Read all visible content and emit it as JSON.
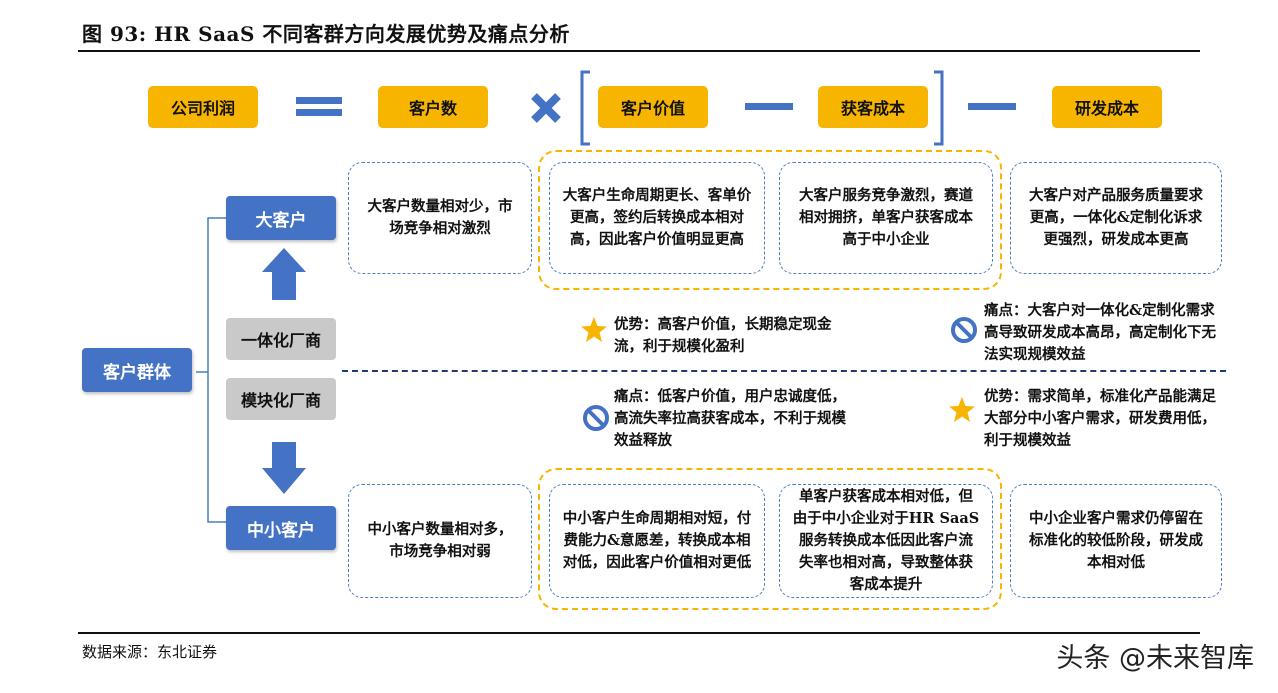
{
  "title": "图 93: HR SaaS 不同客群方向发展优势及痛点分析",
  "formula": {
    "profit": "公司利润",
    "customers": "客户数",
    "value": "客户价值",
    "acq_cost": "获客成本",
    "rd_cost": "研发成本"
  },
  "left": {
    "root": "客户群体",
    "large": "大客户",
    "small": "中小客户",
    "integrated_vendor": "一体化厂商",
    "modular_vendor": "模块化厂商"
  },
  "large_row": {
    "count": "大客户数量相对少，市场竞争相对激烈",
    "value": "大客户生命周期更长、客单价更高，签约后转换成本相对高，因此客户价值明显更高",
    "acq": "大客户服务竞争激烈，赛道相对拥挤，单客户获客成本高于中小企业",
    "rd": "大客户对产品服务质量要求更高，一体化&定制化诉求更强烈，研发成本更高"
  },
  "notes": {
    "integrated_adv": "优势：高客户价值，长期稳定现金流，利于规模化盈利",
    "integrated_pain": "痛点：大客户对一体化&定制化需求高导致研发成本高昂，高定制化下无法实现规模效益",
    "modular_pain": "痛点：低客户价值，用户忠诚度低，高流失率拉高获客成本，不利于规模效益释放",
    "modular_adv": "优势：需求简单，标准化产品能满足大部分中小客户需求，研发费用低，利于规模效益"
  },
  "small_row": {
    "count": "中小客户数量相对多，市场竞争相对弱",
    "value": "中小客户生命周期相对短，付费能力&意愿差，转换成本相对低，因此客户价值相对更低",
    "acq": "单客户获客成本相对低，但由于中小企业对于HR SaaS服务转换成本低因此客户流失率也相对高，导致整体获客成本提升",
    "rd": "中小企业客户需求仍停留在标准化的较低阶段，研发成本相对低"
  },
  "source": "数据来源：东北证券",
  "watermark": "头条 @未来智库",
  "colors": {
    "accent_yellow": "#f7b500",
    "accent_blue": "#4472c4",
    "dash_blue": "#4a7fc0",
    "gray": "#c9c9c9"
  },
  "icons": {
    "equals": "equals-icon",
    "multiply": "multiply-icon",
    "minus": "minus-icon",
    "star": "star-icon",
    "prohibited": "prohibited-icon"
  }
}
